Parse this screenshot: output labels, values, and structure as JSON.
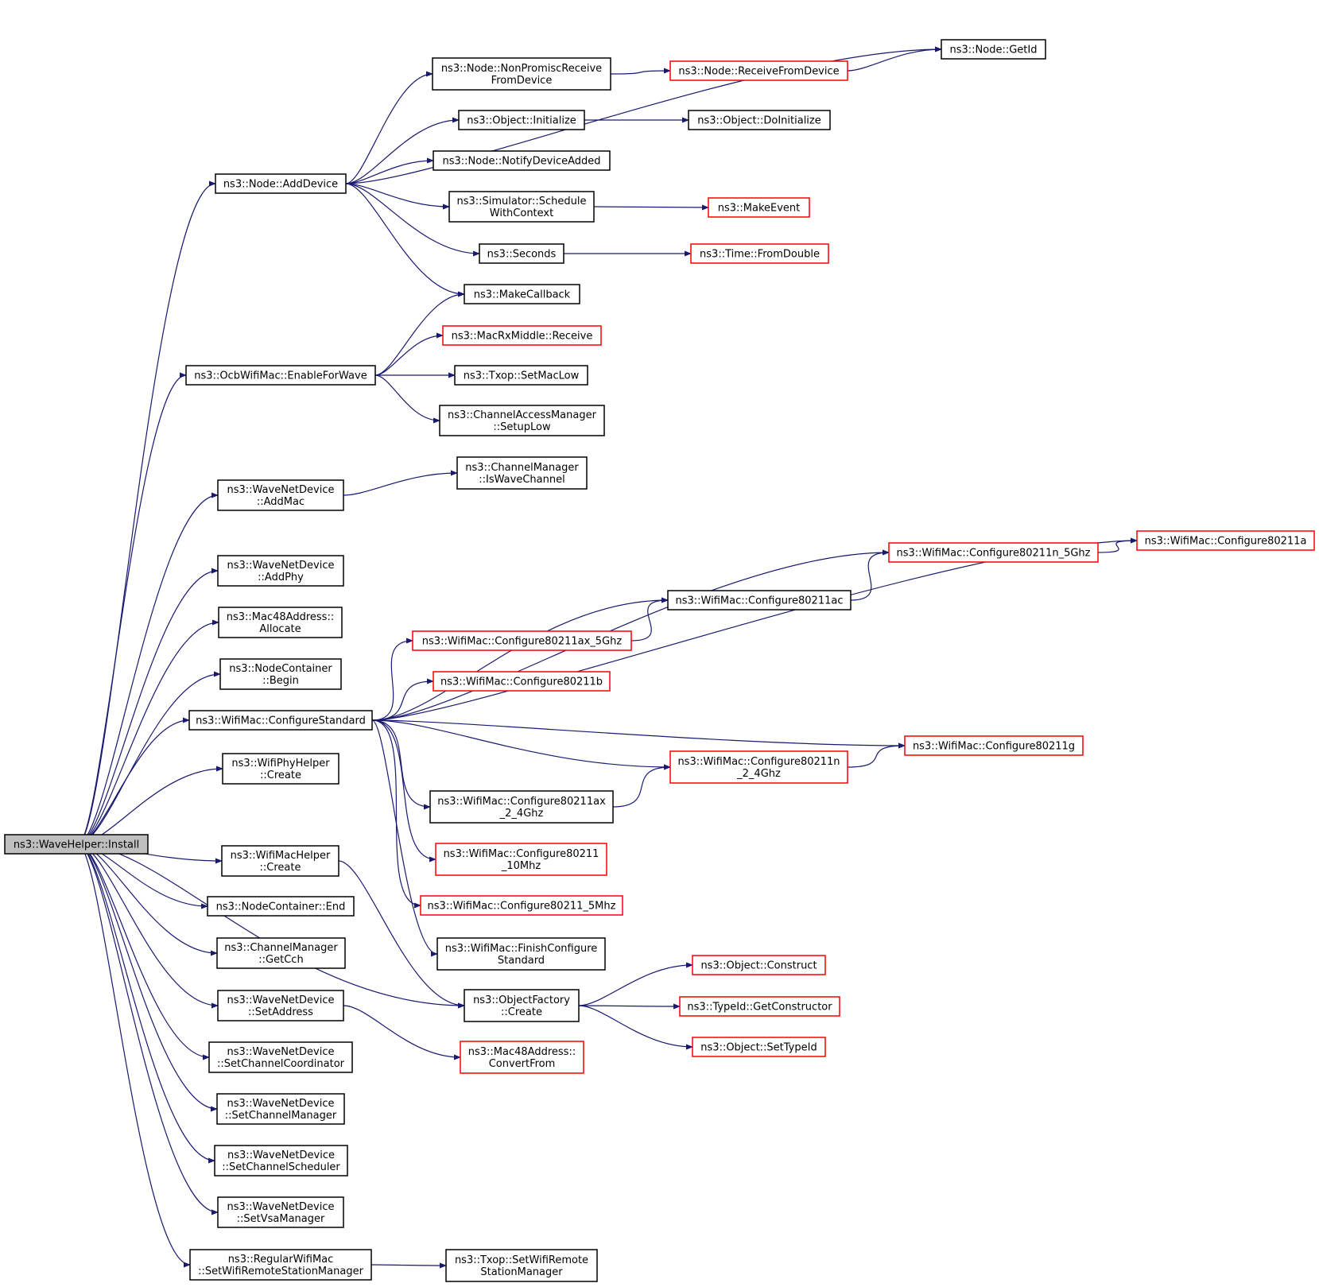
{
  "colors": {
    "edge": "#191970",
    "node_border": "#000000",
    "node_border_incomplete": "#ff0000",
    "root_fill": "#bfbfbf",
    "node_fill": "#ffffff"
  },
  "nodes": {
    "root": {
      "lines": [
        "ns3::WaveHelper::Install"
      ],
      "root": true
    },
    "addDevice": {
      "lines": [
        "ns3::Node::AddDevice"
      ]
    },
    "enableForWave": {
      "lines": [
        "ns3::OcbWifiMac::EnableForWave"
      ]
    },
    "addMac": {
      "lines": [
        "ns3::WaveNetDevice",
        "::AddMac"
      ]
    },
    "addPhy": {
      "lines": [
        "ns3::WaveNetDevice",
        "::AddPhy"
      ]
    },
    "allocate": {
      "lines": [
        "ns3::Mac48Address::",
        "Allocate"
      ]
    },
    "begin": {
      "lines": [
        "ns3::NodeContainer",
        "::Begin"
      ]
    },
    "configureStandard": {
      "lines": [
        "ns3::WifiMac::ConfigureStandard"
      ]
    },
    "phyCreate": {
      "lines": [
        "ns3::WifiPhyHelper",
        "::Create"
      ]
    },
    "macCreate": {
      "lines": [
        "ns3::WifiMacHelper",
        "::Create"
      ]
    },
    "end": {
      "lines": [
        "ns3::NodeContainer::End"
      ]
    },
    "getCch": {
      "lines": [
        "ns3::ChannelManager",
        "::GetCch"
      ]
    },
    "setAddress": {
      "lines": [
        "ns3::WaveNetDevice",
        "::SetAddress"
      ]
    },
    "setChannelCoordinator": {
      "lines": [
        "ns3::WaveNetDevice",
        "::SetChannelCoordinator"
      ]
    },
    "setChannelManager": {
      "lines": [
        "ns3::WaveNetDevice",
        "::SetChannelManager"
      ]
    },
    "setChannelScheduler": {
      "lines": [
        "ns3::WaveNetDevice",
        "::SetChannelScheduler"
      ]
    },
    "setVsaManager": {
      "lines": [
        "ns3::WaveNetDevice",
        "::SetVsaManager"
      ]
    },
    "setWifiRemoteStationManager": {
      "lines": [
        "ns3::RegularWifiMac",
        "::SetWifiRemoteStationManager"
      ]
    },
    "nonPromisc": {
      "lines": [
        "ns3::Node::NonPromiscReceive",
        "FromDevice"
      ]
    },
    "objectInitialize": {
      "lines": [
        "ns3::Object::Initialize"
      ]
    },
    "notifyDeviceAdded": {
      "lines": [
        "ns3::Node::NotifyDeviceAdded"
      ]
    },
    "scheduleWithContext": {
      "lines": [
        "ns3::Simulator::Schedule",
        "WithContext"
      ]
    },
    "seconds": {
      "lines": [
        "ns3::Seconds"
      ]
    },
    "makeCallback": {
      "lines": [
        "ns3::MakeCallback"
      ]
    },
    "macRxReceive": {
      "lines": [
        "ns3::MacRxMiddle::Receive"
      ],
      "incomplete": true
    },
    "setMacLow": {
      "lines": [
        "ns3::Txop::SetMacLow"
      ]
    },
    "setupLow": {
      "lines": [
        "ns3::ChannelAccessManager",
        "::SetupLow"
      ]
    },
    "isWaveChannel": {
      "lines": [
        "ns3::ChannelManager",
        "::IsWaveChannel"
      ]
    },
    "cfg80211ax5": {
      "lines": [
        "ns3::WifiMac::Configure80211ax_5Ghz"
      ],
      "incomplete": true
    },
    "cfg80211b": {
      "lines": [
        "ns3::WifiMac::Configure80211b"
      ],
      "incomplete": true
    },
    "cfg80211ax24": {
      "lines": [
        "ns3::WifiMac::Configure80211ax",
        "_2_4Ghz"
      ]
    },
    "cfg10mhz": {
      "lines": [
        "ns3::WifiMac::Configure80211",
        "_10Mhz"
      ],
      "incomplete": true
    },
    "cfg5mhz": {
      "lines": [
        "ns3::WifiMac::Configure80211_5Mhz"
      ],
      "incomplete": true
    },
    "finishConfigure": {
      "lines": [
        "ns3::WifiMac::FinishConfigure",
        "Standard"
      ]
    },
    "objectFactoryCreate": {
      "lines": [
        "ns3::ObjectFactory",
        "::Create"
      ]
    },
    "convertFrom": {
      "lines": [
        "ns3::Mac48Address::",
        "ConvertFrom"
      ],
      "incomplete": true
    },
    "setWifiRemote": {
      "lines": [
        "ns3::Txop::SetWifiRemote",
        "StationManager"
      ]
    },
    "receiveFromDevice": {
      "lines": [
        "ns3::Node::ReceiveFromDevice"
      ],
      "incomplete": true
    },
    "doInitialize": {
      "lines": [
        "ns3::Object::DoInitialize"
      ]
    },
    "makeEvent": {
      "lines": [
        "ns3::MakeEvent"
      ],
      "incomplete": true
    },
    "fromDouble": {
      "lines": [
        "ns3::Time::FromDouble"
      ],
      "incomplete": true
    },
    "cfg80211ac": {
      "lines": [
        "ns3::WifiMac::Configure80211ac"
      ]
    },
    "cfg80211n24": {
      "lines": [
        "ns3::WifiMac::Configure80211n",
        "_2_4Ghz"
      ],
      "incomplete": true
    },
    "objectConstruct": {
      "lines": [
        "ns3::Object::Construct"
      ],
      "incomplete": true
    },
    "getConstructor": {
      "lines": [
        "ns3::TypeId::GetConstructor"
      ],
      "incomplete": true
    },
    "setTypeId": {
      "lines": [
        "ns3::Object::SetTypeId"
      ],
      "incomplete": true
    },
    "getId": {
      "lines": [
        "ns3::Node::GetId"
      ]
    },
    "cfg80211n5": {
      "lines": [
        "ns3::WifiMac::Configure80211n_5Ghz"
      ],
      "incomplete": true
    },
    "cfg80211g": {
      "lines": [
        "ns3::WifiMac::Configure80211g"
      ],
      "incomplete": true
    },
    "cfg80211a": {
      "lines": [
        "ns3::WifiMac::Configure80211a"
      ],
      "incomplete": true
    }
  },
  "edges": [
    [
      "root",
      "addDevice"
    ],
    [
      "root",
      "enableForWave"
    ],
    [
      "root",
      "addMac"
    ],
    [
      "root",
      "addPhy"
    ],
    [
      "root",
      "allocate"
    ],
    [
      "root",
      "begin"
    ],
    [
      "root",
      "configureStandard"
    ],
    [
      "root",
      "phyCreate"
    ],
    [
      "root",
      "macCreate"
    ],
    [
      "root",
      "end"
    ],
    [
      "root",
      "getCch"
    ],
    [
      "root",
      "setAddress"
    ],
    [
      "root",
      "setChannelCoordinator"
    ],
    [
      "root",
      "setChannelManager"
    ],
    [
      "root",
      "setChannelScheduler"
    ],
    [
      "root",
      "setVsaManager"
    ],
    [
      "root",
      "setWifiRemoteStationManager"
    ],
    [
      "root",
      "objectFactoryCreate"
    ],
    [
      "addDevice",
      "getId"
    ],
    [
      "addDevice",
      "nonPromisc"
    ],
    [
      "addDevice",
      "objectInitialize"
    ],
    [
      "addDevice",
      "notifyDeviceAdded"
    ],
    [
      "addDevice",
      "scheduleWithContext"
    ],
    [
      "addDevice",
      "seconds"
    ],
    [
      "addDevice",
      "makeCallback"
    ],
    [
      "nonPromisc",
      "receiveFromDevice"
    ],
    [
      "receiveFromDevice",
      "getId"
    ],
    [
      "objectInitialize",
      "doInitialize"
    ],
    [
      "scheduleWithContext",
      "makeEvent"
    ],
    [
      "seconds",
      "fromDouble"
    ],
    [
      "enableForWave",
      "makeCallback"
    ],
    [
      "enableForWave",
      "macRxReceive"
    ],
    [
      "enableForWave",
      "setMacLow"
    ],
    [
      "enableForWave",
      "setupLow"
    ],
    [
      "addMac",
      "isWaveChannel"
    ],
    [
      "configureStandard",
      "cfg80211a"
    ],
    [
      "configureStandard",
      "cfg80211n5"
    ],
    [
      "configureStandard",
      "cfg80211ac"
    ],
    [
      "configureStandard",
      "cfg80211ax5"
    ],
    [
      "configureStandard",
      "cfg80211b"
    ],
    [
      "configureStandard",
      "cfg80211g"
    ],
    [
      "configureStandard",
      "cfg80211n24"
    ],
    [
      "configureStandard",
      "cfg80211ax24"
    ],
    [
      "configureStandard",
      "cfg10mhz"
    ],
    [
      "configureStandard",
      "cfg5mhz"
    ],
    [
      "configureStandard",
      "finishConfigure"
    ],
    [
      "cfg80211ax5",
      "cfg80211ac"
    ],
    [
      "cfg80211ac",
      "cfg80211n5"
    ],
    [
      "cfg80211n5",
      "cfg80211a"
    ],
    [
      "cfg80211ax24",
      "cfg80211n24"
    ],
    [
      "cfg80211n24",
      "cfg80211g"
    ],
    [
      "macCreate",
      "objectFactoryCreate"
    ],
    [
      "objectFactoryCreate",
      "objectConstruct"
    ],
    [
      "objectFactoryCreate",
      "getConstructor"
    ],
    [
      "objectFactoryCreate",
      "setTypeId"
    ],
    [
      "setAddress",
      "convertFrom"
    ],
    [
      "setWifiRemoteStationManager",
      "setWifiRemote"
    ]
  ]
}
